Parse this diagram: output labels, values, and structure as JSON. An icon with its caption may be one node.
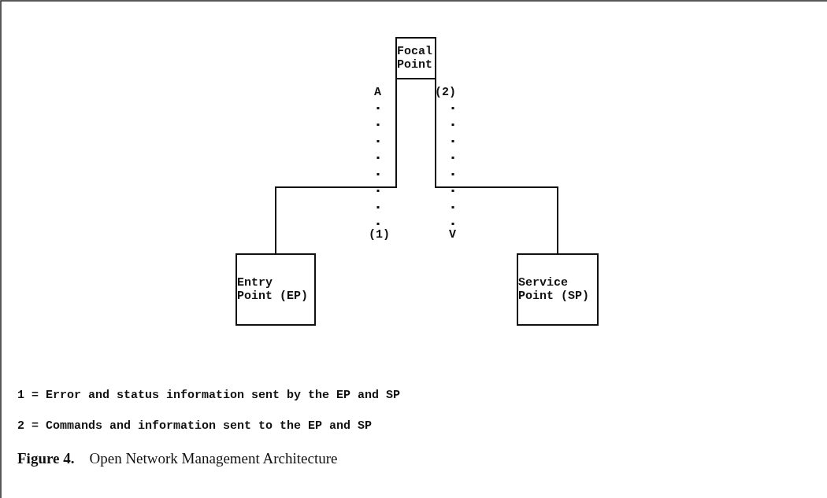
{
  "diagram": {
    "caption": "**Figure 4.**    Open Network Management Architecture",
    "nodes": [
      {
        "text": [
          "Focal Point"
        ]
      },
      {
        "text": [
          "Entry Point (EP)"
        ]
      },
      {
        "text": [
          "Service Point (SP)"
        ]
      }
    ],
    "edges": [
      {
        "from": 0,
        "to": 1,
        "arrow": "none"
      },
      {
        "from": 0,
        "to": 2,
        "arrow": "none"
      }
    ],
    "labels": [
      "A",
      "(2)",
      "(1)",
      "V",
      "1 = Error and status information sent by the EP and SP",
      "2 = Commands and information sent to the EP and SP"
    ]
  }
}
